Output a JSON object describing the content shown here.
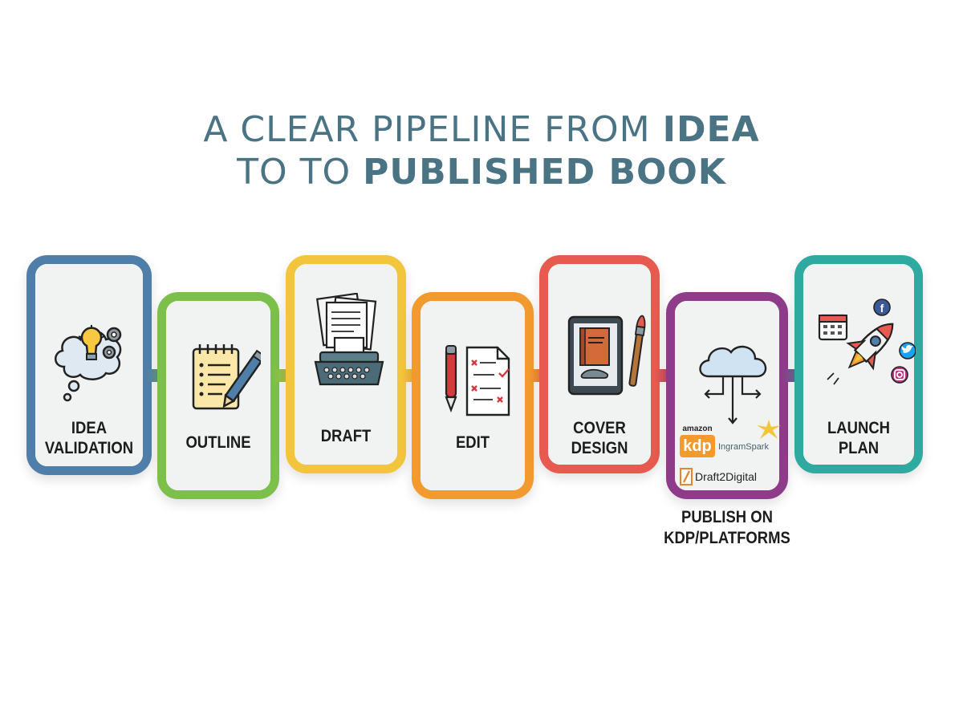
{
  "title": {
    "line1_regular": "A CLEAR PIPELINE FROM ",
    "line1_bold": "IDEA",
    "line2_regular": "TO TO ",
    "line2_bold": "PUBLISHED BOOK"
  },
  "steps": [
    {
      "line1": "IDEA",
      "line2": "VALIDATION",
      "color": "#4f7ea8",
      "icon": "lightbulb-thought-icon"
    },
    {
      "line1": "OUTLINE",
      "line2": "",
      "color": "#7cbf4a",
      "icon": "notepad-pen-icon"
    },
    {
      "line1": "DRAFT",
      "line2": "",
      "color": "#f2c53d",
      "icon": "typewriter-icon"
    },
    {
      "line1": "EDIT",
      "line2": "",
      "color": "#f29a2e",
      "icon": "pen-checklist-icon"
    },
    {
      "line1": "COVER",
      "line2": "DESIGN",
      "color": "#e65a4f",
      "icon": "tablet-book-brush-icon"
    },
    {
      "line1": "PUBLISH ON",
      "line2": "KDP/PLATFORMS",
      "color": "#8e3b8a",
      "icon": "cloud-upload-icon"
    },
    {
      "line1": "LAUNCH",
      "line2": "PLAN",
      "color": "#2eaaa0",
      "icon": "rocket-social-icon"
    }
  ],
  "platforms": {
    "amazon": "amazon",
    "kdp": "kdp",
    "ingramspark": "IngramSpark",
    "draft2digital": "Draft2Digital"
  },
  "colors": {
    "title": "#4a7383",
    "card_bg": "#f1f2f2"
  }
}
